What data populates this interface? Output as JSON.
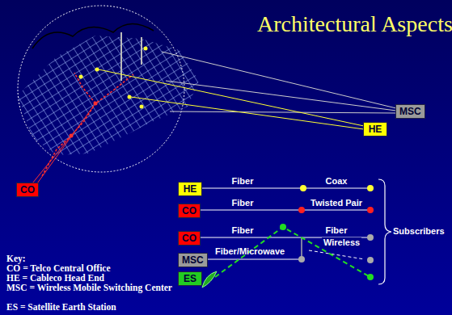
{
  "diagram": {
    "title": "Architectural Aspects",
    "nodes": [
      {
        "text": [
          "MSC"
        ]
      },
      {
        "text": [
          "HE"
        ]
      },
      {
        "text": [
          "CO"
        ]
      },
      {
        "text": [
          "HE"
        ]
      },
      {
        "text": [
          "CO"
        ]
      },
      {
        "text": [
          "CO"
        ]
      },
      {
        "text": [
          "MSC"
        ]
      },
      {
        "text": [
          "ES"
        ]
      }
    ],
    "labels": [
      "Fiber",
      "Coax",
      "Fiber",
      "Twisted Pair",
      "Fiber",
      "Fiber",
      "Wireless",
      "Fiber/Microwave",
      "Subscribers",
      "Key:",
      "CO = Telco Central Office",
      "HE = Cableco Head End",
      "MSC = Wireless Mobile Switching Center",
      "ES = Satellite Earth Station"
    ]
  }
}
